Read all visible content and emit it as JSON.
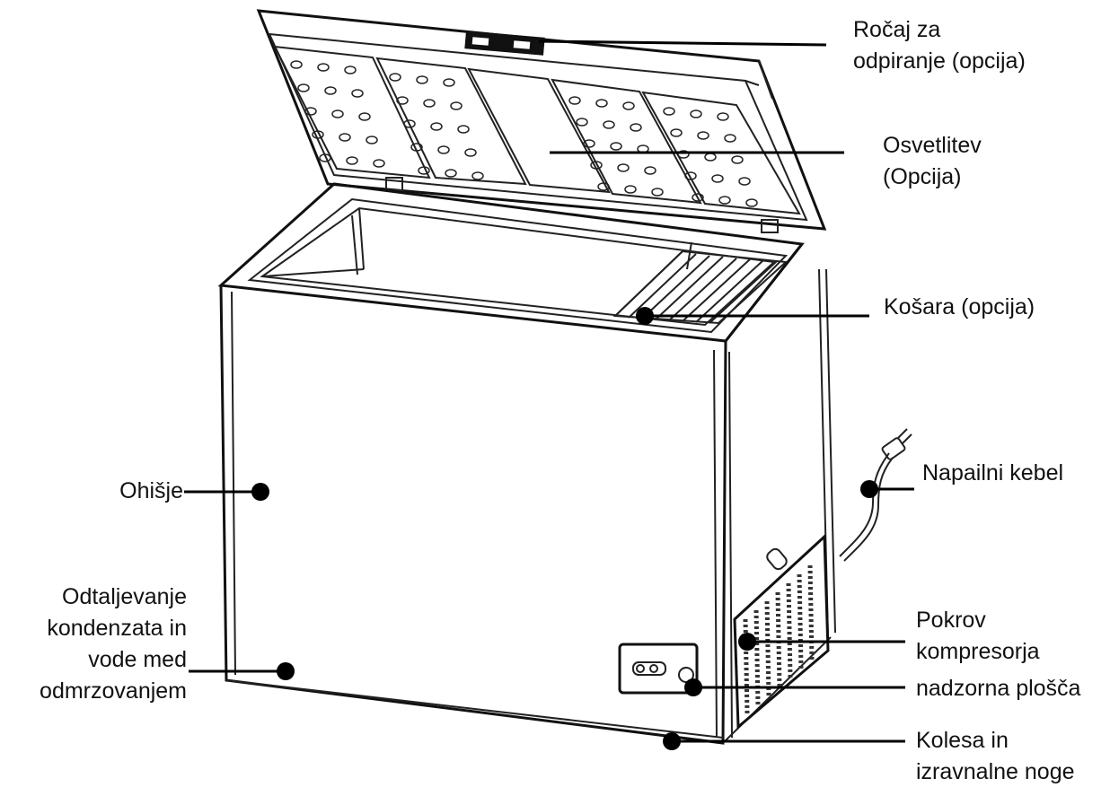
{
  "labels": {
    "handle": "Ročaj za\nodpiranje (opcija)",
    "lighting": "Osvetlitev\n(Opcija)",
    "basket": "Košara (opcija)",
    "cabinet": "Ohišje",
    "power_cable": "Napailni kebel",
    "drain": "Odtaljevanje\nkondenzata in\nvode med\nodmrzovanjem",
    "compressor_cover": "Pokrov\nkompresorja",
    "control_panel": "nadzorna plošča",
    "wheels": "Kolesa in\nizravnalne noge"
  },
  "colors": {
    "line": "#111111",
    "background": "#ffffff"
  }
}
